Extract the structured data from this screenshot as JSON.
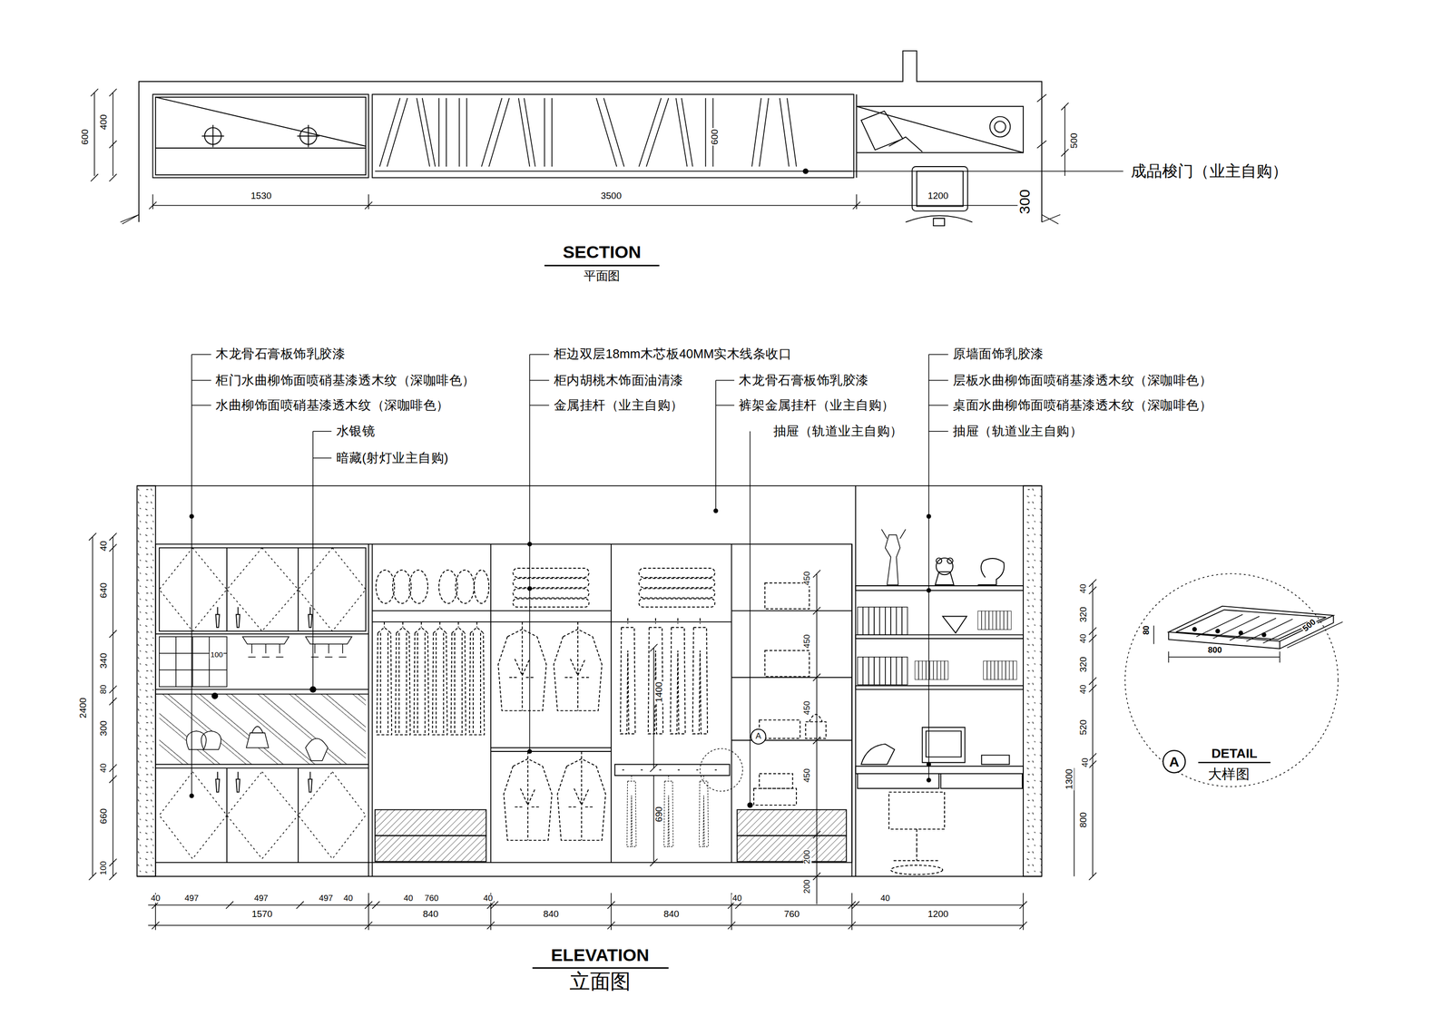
{
  "diagram": {
    "labels": [
      "600",
      "400",
      "1530",
      "3500",
      "600",
      "1200",
      "300",
      "500",
      "成品梭门（业主自购）",
      "SECTION",
      "平面图",
      "木龙骨石膏板饰乳胶漆",
      "柜门水曲柳饰面喷硝基漆透木纹（深咖啡色）",
      "水曲柳饰面喷硝基漆透木纹（深咖啡色）",
      "水银镜",
      "暗藏(射灯业主自购)",
      "柜边双层18mm木芯板40MM实木线条收口",
      "柜内胡桃木饰面油清漆",
      "金属挂杆（业主自购）",
      "木龙骨石膏板饰乳胶漆",
      "裤架金属挂杆（业主自购）",
      "抽屉（轨道业主自购）",
      "原墙面饰乳胶漆",
      "层板水曲柳饰面喷硝基漆透木纹（深咖啡色）",
      "桌面水曲柳饰面喷硝基漆透木纹（深咖啡色）",
      "抽屉（轨道业主自购）",
      "40",
      "640",
      "340",
      "80",
      "300",
      "40",
      "660",
      "100",
      "2400",
      "40",
      "320",
      "40",
      "320",
      "40",
      "520",
      "40",
      "1300",
      "800",
      "100",
      "1400",
      "690",
      "450",
      "450",
      "450",
      "450",
      "200",
      "200",
      "40",
      "497",
      "497",
      "497",
      "40",
      "40",
      "760",
      "40",
      "1570",
      "840",
      "840",
      "840",
      "40",
      "760",
      "40",
      "1200",
      "ELEVATION",
      "立面图",
      "80",
      "800",
      "500",
      "A",
      "A",
      "DETAIL",
      "大样图"
    ]
  }
}
